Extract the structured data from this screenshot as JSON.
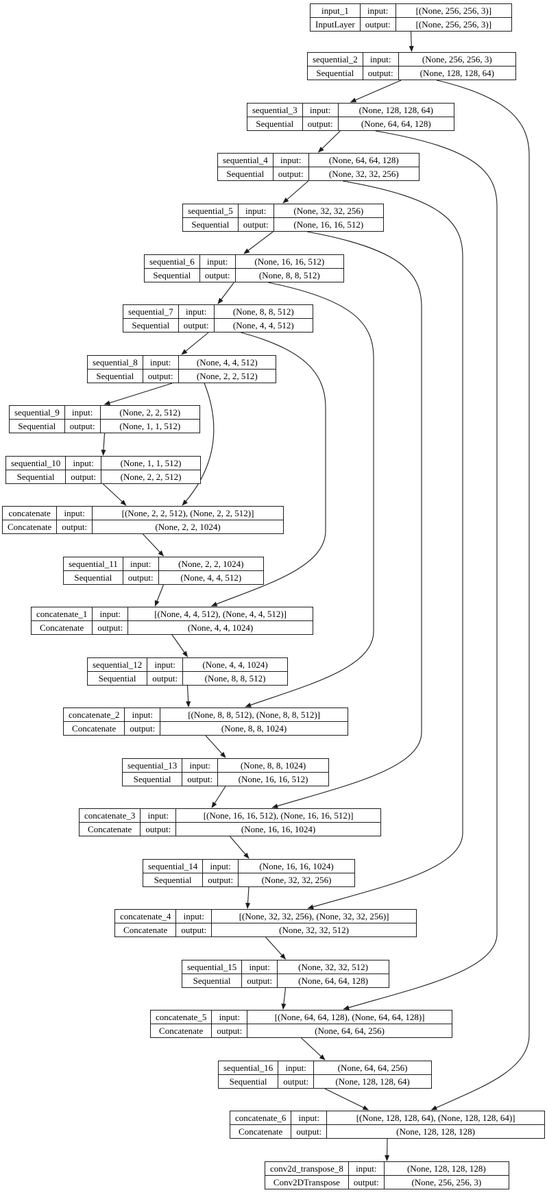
{
  "diagram": {
    "type": "keras-model-architecture-graph",
    "background_color": "#ffffff",
    "stroke_color": "#1c1c1c",
    "text_color": "#000000",
    "input_label": "input:",
    "output_label": "output:",
    "nodes": [
      {
        "id": "input_1",
        "name": "input_1",
        "class_name": "InputLayer",
        "input_shape": "[(None, 256, 256, 3)]",
        "output_shape": "[(None, 256, 256, 3)]"
      },
      {
        "id": "sequential_2",
        "name": "sequential_2",
        "class_name": "Sequential",
        "input_shape": "(None, 256, 256, 3)",
        "output_shape": "(None, 128, 128, 64)"
      },
      {
        "id": "sequential_3",
        "name": "sequential_3",
        "class_name": "Sequential",
        "input_shape": "(None, 128, 128, 64)",
        "output_shape": "(None, 64, 64, 128)"
      },
      {
        "id": "sequential_4",
        "name": "sequential_4",
        "class_name": "Sequential",
        "input_shape": "(None, 64, 64, 128)",
        "output_shape": "(None, 32, 32, 256)"
      },
      {
        "id": "sequential_5",
        "name": "sequential_5",
        "class_name": "Sequential",
        "input_shape": "(None, 32, 32, 256)",
        "output_shape": "(None, 16, 16, 512)"
      },
      {
        "id": "sequential_6",
        "name": "sequential_6",
        "class_name": "Sequential",
        "input_shape": "(None, 16, 16, 512)",
        "output_shape": "(None, 8, 8, 512)"
      },
      {
        "id": "sequential_7",
        "name": "sequential_7",
        "class_name": "Sequential",
        "input_shape": "(None, 8, 8, 512)",
        "output_shape": "(None, 4, 4, 512)"
      },
      {
        "id": "sequential_8",
        "name": "sequential_8",
        "class_name": "Sequential",
        "input_shape": "(None, 4, 4, 512)",
        "output_shape": "(None, 2, 2, 512)"
      },
      {
        "id": "sequential_9",
        "name": "sequential_9",
        "class_name": "Sequential",
        "input_shape": "(None, 2, 2, 512)",
        "output_shape": "(None, 1, 1, 512)"
      },
      {
        "id": "sequential_10",
        "name": "sequential_10",
        "class_name": "Sequential",
        "input_shape": "(None, 1, 1, 512)",
        "output_shape": "(None, 2, 2, 512)"
      },
      {
        "id": "concatenate",
        "name": "concatenate",
        "class_name": "Concatenate",
        "input_shape": "[(None, 2, 2, 512), (None, 2, 2, 512)]",
        "output_shape": "(None, 2, 2, 1024)"
      },
      {
        "id": "sequential_11",
        "name": "sequential_11",
        "class_name": "Sequential",
        "input_shape": "(None, 2, 2, 1024)",
        "output_shape": "(None, 4, 4, 512)"
      },
      {
        "id": "concatenate_1",
        "name": "concatenate_1",
        "class_name": "Concatenate",
        "input_shape": "[(None, 4, 4, 512), (None, 4, 4, 512)]",
        "output_shape": "(None, 4, 4, 1024)"
      },
      {
        "id": "sequential_12",
        "name": "sequential_12",
        "class_name": "Sequential",
        "input_shape": "(None, 4, 4, 1024)",
        "output_shape": "(None, 8, 8, 512)"
      },
      {
        "id": "concatenate_2",
        "name": "concatenate_2",
        "class_name": "Concatenate",
        "input_shape": "[(None, 8, 8, 512), (None, 8, 8, 512)]",
        "output_shape": "(None, 8, 8, 1024)"
      },
      {
        "id": "sequential_13",
        "name": "sequential_13",
        "class_name": "Sequential",
        "input_shape": "(None, 8, 8, 1024)",
        "output_shape": "(None, 16, 16, 512)"
      },
      {
        "id": "concatenate_3",
        "name": "concatenate_3",
        "class_name": "Concatenate",
        "input_shape": "[(None, 16, 16, 512), (None, 16, 16, 512)]",
        "output_shape": "(None, 16, 16, 1024)"
      },
      {
        "id": "sequential_14",
        "name": "sequential_14",
        "class_name": "Sequential",
        "input_shape": "(None, 16, 16, 1024)",
        "output_shape": "(None, 32, 32, 256)"
      },
      {
        "id": "concatenate_4",
        "name": "concatenate_4",
        "class_name": "Concatenate",
        "input_shape": "[(None, 32, 32, 256), (None, 32, 32, 256)]",
        "output_shape": "(None, 32, 32, 512)"
      },
      {
        "id": "sequential_15",
        "name": "sequential_15",
        "class_name": "Sequential",
        "input_shape": "(None, 32, 32, 512)",
        "output_shape": "(None, 64, 64, 128)"
      },
      {
        "id": "concatenate_5",
        "name": "concatenate_5",
        "class_name": "Concatenate",
        "input_shape": "[(None, 64, 64, 128), (None, 64, 64, 128)]",
        "output_shape": "(None, 64, 64, 256)"
      },
      {
        "id": "sequential_16",
        "name": "sequential_16",
        "class_name": "Sequential",
        "input_shape": "(None, 64, 64, 256)",
        "output_shape": "(None, 128, 128, 64)"
      },
      {
        "id": "concatenate_6",
        "name": "concatenate_6",
        "class_name": "Concatenate",
        "input_shape": "[(None, 128, 128, 64), (None, 128, 128, 64)]",
        "output_shape": "(None, 128, 128, 128)"
      },
      {
        "id": "conv2d_transpose_8",
        "name": "conv2d_transpose_8",
        "class_name": "Conv2DTranspose",
        "input_shape": "(None, 128, 128, 128)",
        "output_shape": "(None, 256, 256, 3)"
      }
    ],
    "edges": [
      {
        "from": "input_1",
        "to": "sequential_2",
        "kind": "main"
      },
      {
        "from": "sequential_2",
        "to": "sequential_3",
        "kind": "main"
      },
      {
        "from": "sequential_3",
        "to": "sequential_4",
        "kind": "main"
      },
      {
        "from": "sequential_4",
        "to": "sequential_5",
        "kind": "main"
      },
      {
        "from": "sequential_5",
        "to": "sequential_6",
        "kind": "main"
      },
      {
        "from": "sequential_6",
        "to": "sequential_7",
        "kind": "main"
      },
      {
        "from": "sequential_7",
        "to": "sequential_8",
        "kind": "main"
      },
      {
        "from": "sequential_8",
        "to": "sequential_9",
        "kind": "main"
      },
      {
        "from": "sequential_9",
        "to": "sequential_10",
        "kind": "main"
      },
      {
        "from": "sequential_10",
        "to": "concatenate",
        "kind": "main"
      },
      {
        "from": "sequential_8",
        "to": "concatenate",
        "kind": "skip"
      },
      {
        "from": "concatenate",
        "to": "sequential_11",
        "kind": "main"
      },
      {
        "from": "sequential_11",
        "to": "concatenate_1",
        "kind": "main"
      },
      {
        "from": "sequential_7",
        "to": "concatenate_1",
        "kind": "skip"
      },
      {
        "from": "concatenate_1",
        "to": "sequential_12",
        "kind": "main"
      },
      {
        "from": "sequential_12",
        "to": "concatenate_2",
        "kind": "main"
      },
      {
        "from": "sequential_6",
        "to": "concatenate_2",
        "kind": "skip"
      },
      {
        "from": "concatenate_2",
        "to": "sequential_13",
        "kind": "main"
      },
      {
        "from": "sequential_13",
        "to": "concatenate_3",
        "kind": "main"
      },
      {
        "from": "sequential_5",
        "to": "concatenate_3",
        "kind": "skip"
      },
      {
        "from": "concatenate_3",
        "to": "sequential_14",
        "kind": "main"
      },
      {
        "from": "sequential_14",
        "to": "concatenate_4",
        "kind": "main"
      },
      {
        "from": "sequential_4",
        "to": "concatenate_4",
        "kind": "skip"
      },
      {
        "from": "concatenate_4",
        "to": "sequential_15",
        "kind": "main"
      },
      {
        "from": "sequential_15",
        "to": "concatenate_5",
        "kind": "main"
      },
      {
        "from": "sequential_3",
        "to": "concatenate_5",
        "kind": "skip"
      },
      {
        "from": "concatenate_5",
        "to": "sequential_16",
        "kind": "main"
      },
      {
        "from": "sequential_16",
        "to": "concatenate_6",
        "kind": "main"
      },
      {
        "from": "sequential_2",
        "to": "concatenate_6",
        "kind": "skip"
      },
      {
        "from": "concatenate_6",
        "to": "conv2d_transpose_8",
        "kind": "main"
      }
    ]
  }
}
